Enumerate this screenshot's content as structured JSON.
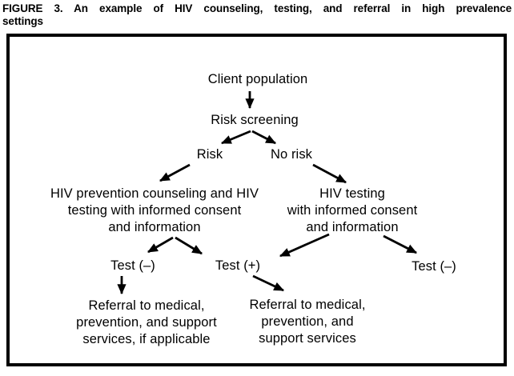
{
  "figure": {
    "title_line1": "FIGURE 3. An example of HIV counseling, testing, and referral in high prevalence",
    "title_line2": "settings"
  },
  "diagram": {
    "colors": {
      "ink": "#000000",
      "background": "#ffffff"
    },
    "nodes": {
      "client_population": "Client population",
      "risk_screening": "Risk screening",
      "risk": "Risk",
      "no_risk": "No risk",
      "hiv_prevention_counseling": "HIV prevention counseling and HIV\ntesting with informed consent\nand information",
      "hiv_testing": "HIV testing\nwith informed consent\nand information",
      "test_negative_left": "Test (–)",
      "test_positive": "Test (+)",
      "test_negative_right": "Test (–)",
      "referral_left": "Referral to medical,\nprevention, and support\nservices, if applicable",
      "referral_right": "Referral to medical,\nprevention, and\nsupport services"
    },
    "edges": [
      {
        "from": "client_population",
        "to": "risk_screening"
      },
      {
        "from": "risk_screening",
        "to": "risk"
      },
      {
        "from": "risk_screening",
        "to": "no_risk"
      },
      {
        "from": "risk",
        "to": "hiv_prevention_counseling"
      },
      {
        "from": "no_risk",
        "to": "hiv_testing"
      },
      {
        "from": "hiv_prevention_counseling",
        "to": "test_negative_left"
      },
      {
        "from": "hiv_prevention_counseling",
        "to": "test_positive"
      },
      {
        "from": "hiv_testing",
        "to": "test_positive"
      },
      {
        "from": "hiv_testing",
        "to": "test_negative_right"
      },
      {
        "from": "test_negative_left",
        "to": "referral_left"
      },
      {
        "from": "test_positive",
        "to": "referral_right"
      }
    ]
  }
}
